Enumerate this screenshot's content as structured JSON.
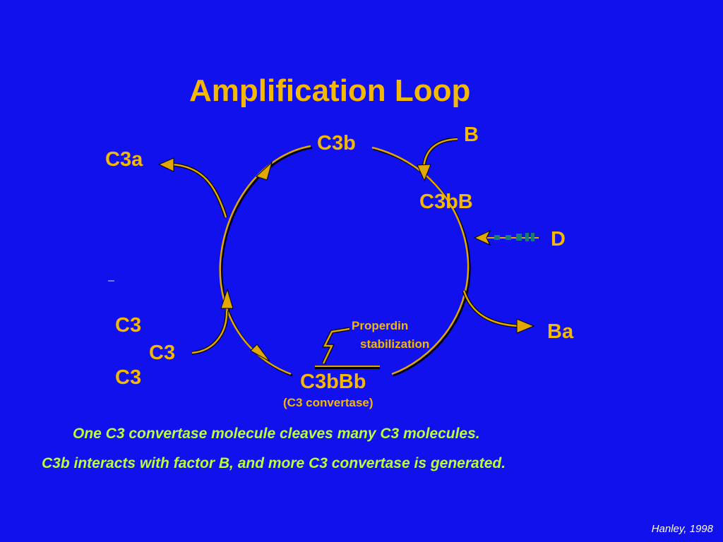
{
  "title": "Amplification Loop",
  "nodes": {
    "c3b": "C3b",
    "b": "B",
    "c3bb": "C3bB",
    "d": "D",
    "ba": "Ba",
    "c3bbb": "C3bBb",
    "c3_convertase": "(C3 convertase)",
    "properdin_line1": "Properdin",
    "properdin_line2": "stabilization",
    "c3a": "C3a",
    "c3_top": "C3",
    "c3_mid": "C3",
    "c3_bottom": "C3"
  },
  "captions": {
    "line1": "One C3 convertase molecule cleaves many C3 molecules.",
    "line2": "C3b interacts with factor B, and more C3 convertase is generated."
  },
  "credit": "Hanley, 1998",
  "colors": {
    "background": "#1111ee",
    "label": "#f5b800",
    "caption": "#b8ff3a",
    "arrow": "#e0a800",
    "arrow_shadow": "#000000",
    "d_dashes": "#1a7a7a"
  }
}
